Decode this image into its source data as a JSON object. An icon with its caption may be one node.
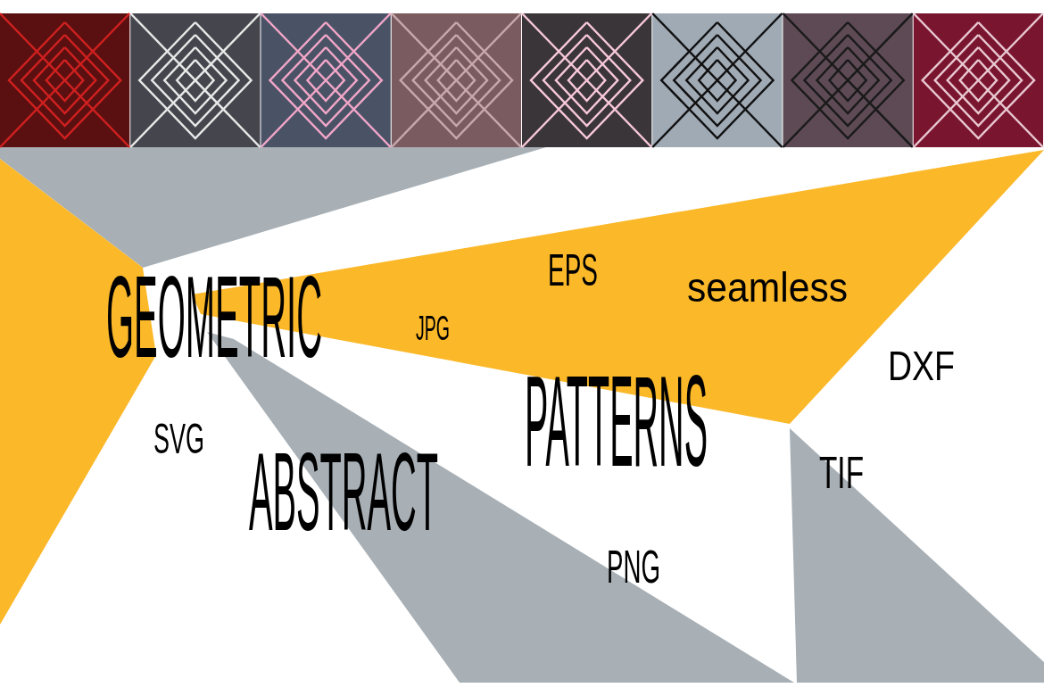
{
  "diagram": {
    "labels": [
      "EPS",
      "seamless",
      "GEOMETRIC",
      "JPG",
      "DXF",
      "PATTERNS",
      "SVG",
      "TIF",
      "ABSTRACT",
      "PNG"
    ]
  }
}
